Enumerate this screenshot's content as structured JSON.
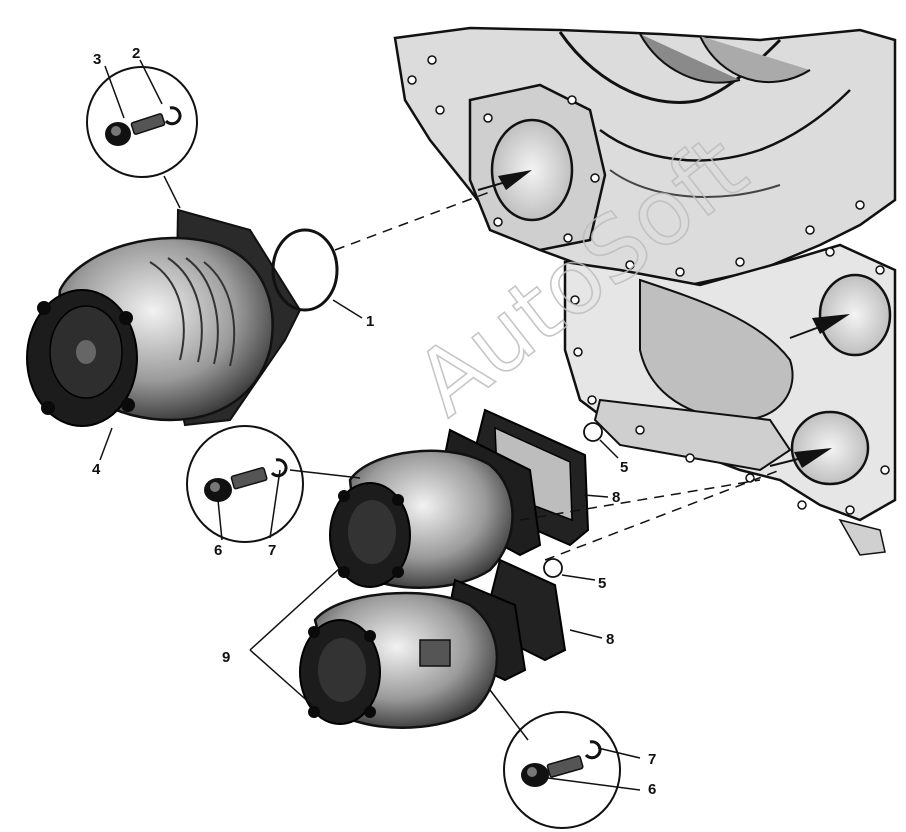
{
  "watermark": "AutoSoft",
  "callouts": {
    "c1": "1",
    "c2": "2",
    "c3": "3",
    "c4": "4",
    "c5a": "5",
    "c5b": "5",
    "c6a": "6",
    "c6b": "6",
    "c7a": "7",
    "c7b": "7",
    "c8a": "8",
    "c8b": "8",
    "c9": "9"
  },
  "colors": {
    "ink": "#111111",
    "shade": "#5a5a5a",
    "light": "#d9d9d9",
    "watermark": "#bdbdbd"
  },
  "icons": {
    "bolt": "bolt-icon",
    "washer": "lock-washer-icon",
    "pump": "hydraulic-pump-icon",
    "seal": "o-ring-icon"
  }
}
